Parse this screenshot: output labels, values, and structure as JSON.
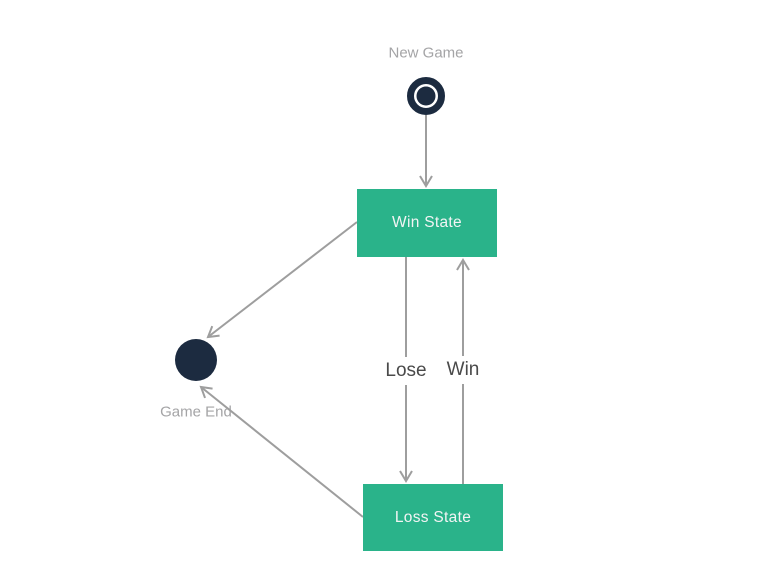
{
  "diagram": {
    "type": "state-diagram",
    "nodes": [
      {
        "id": "start",
        "kind": "initial-state",
        "label": "New Game"
      },
      {
        "id": "win",
        "kind": "state",
        "label": "Win State"
      },
      {
        "id": "loss",
        "kind": "state",
        "label": "Loss State"
      },
      {
        "id": "end",
        "kind": "final-state",
        "label": "Game End"
      }
    ],
    "edges": [
      {
        "from": "start",
        "to": "win"
      },
      {
        "from": "win",
        "to": "loss",
        "label": "Lose"
      },
      {
        "from": "loss",
        "to": "win",
        "label": "Win"
      },
      {
        "from": "win",
        "to": "end"
      },
      {
        "from": "loss",
        "to": "end"
      }
    ],
    "colors": {
      "state_green": "#2ab38a",
      "node_navy": "#1c2b40",
      "edge_gray": "#9e9e9e",
      "muted_label_gray": "#a4a4a6",
      "edge_label_gray": "#4a4a4a",
      "state_text": "#f2f4f4",
      "background": "#ffffff"
    }
  }
}
